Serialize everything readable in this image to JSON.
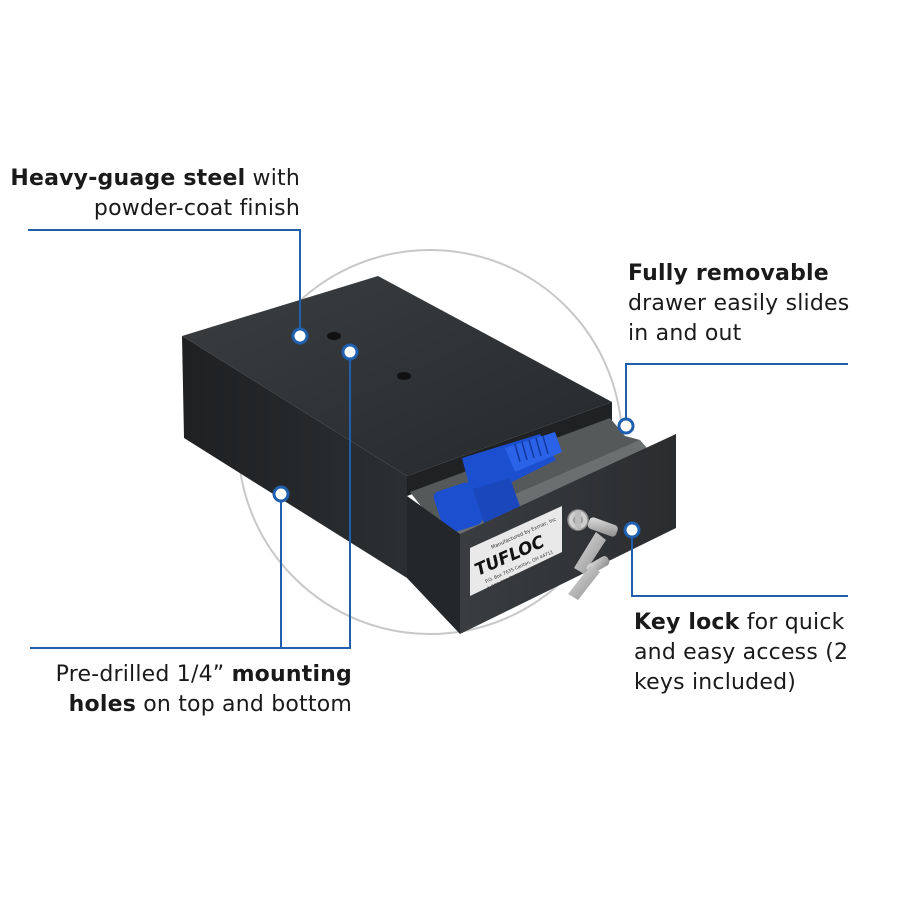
{
  "callouts": {
    "steel": {
      "line1_bold": "Heavy-guage steel",
      "line1_rest": " with",
      "line2": "powder-coat finish"
    },
    "drawer": {
      "line1_bold": "Fully removable",
      "line2": "drawer easily slides",
      "line3": "in and out"
    },
    "holes": {
      "line1_rest": "Pre-drilled 1/4” ",
      "line1_bold": "mounting",
      "line2_bold": "holes",
      "line2_rest": " on top and bottom"
    },
    "lock": {
      "line1_bold": "Key lock",
      "line1_rest": " for quick",
      "line2": "and easy access (2",
      "line3": "keys included)"
    }
  },
  "product": {
    "brand": "TUFLOC",
    "label_small_1": "Manufactured by Exmar, Inc",
    "label_small_2": "P.O. Box 7635 Canton, OH 44711",
    "label_small_3": "1-888-911-TUFL • www.tufloc.com"
  },
  "colors": {
    "accent_line": "#1f5fae",
    "dot_fill": "#ffffff",
    "box_dark": "#2e3133",
    "circle_outline": "#c8c8c8",
    "gun_blue": "#1c4fd0"
  }
}
